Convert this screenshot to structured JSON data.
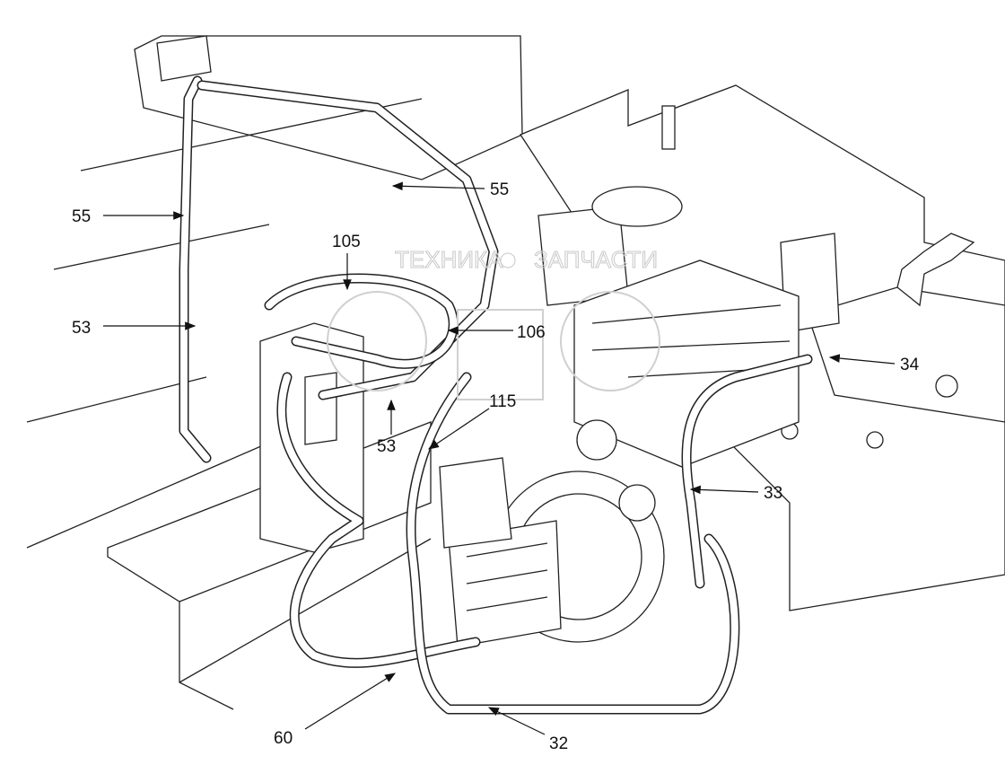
{
  "watermark": {
    "left": "ТЕХНИКА",
    "right": "ЗАПЧАСТИ",
    "icon": "gear-icon"
  },
  "callouts": [
    {
      "id": "55a",
      "label": "55"
    },
    {
      "id": "55b",
      "label": "55"
    },
    {
      "id": "105",
      "label": "105"
    },
    {
      "id": "106",
      "label": "106"
    },
    {
      "id": "53a",
      "label": "53"
    },
    {
      "id": "53b",
      "label": "53"
    },
    {
      "id": "115",
      "label": "115"
    },
    {
      "id": "34",
      "label": "34"
    },
    {
      "id": "33",
      "label": "33"
    },
    {
      "id": "60",
      "label": "60"
    },
    {
      "id": "32",
      "label": "32"
    }
  ]
}
